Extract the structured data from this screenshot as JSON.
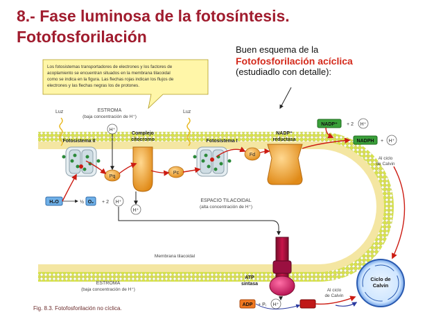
{
  "slide": {
    "title_line1": "8.- Fase luminosa de la fotosíntesis.",
    "title_line2": "Fotofosforilación",
    "note_line1": "Buen esquema de la",
    "note_line2": "Fotofosforilación acíclica",
    "note_line3": "(estudiadlo con detalle):"
  },
  "diagram": {
    "callout": [
      "Los fotosistemas transportadores de electrones y los factores de",
      "acoplamiento se encuentran situados en la membrana tilacoidal",
      "como se indica en la figura. Las flechas rojas indican los flujos de",
      "electrones y las flechas negras los de protones."
    ],
    "luz_left": "Luz",
    "luz_right": "Luz",
    "stroma_top": "ESTROMA",
    "stroma_top_sub": "(baja concentración de H⁺)",
    "ps2_label": "Fotosistema II",
    "complejo_label1": "Complejo",
    "complejo_label2": "citocromo",
    "ps1_label": "Fotosistema I",
    "nadp_red_label1": "NADP⁺",
    "nadp_red_label2": "reductasa",
    "nadp_plus": "NADP⁺",
    "plus2": "+ 2",
    "nadph": "NADPH",
    "plus": "+",
    "h_ion": "H⁺",
    "pq": "Pq",
    "pc": "Pc",
    "fd": "Fd",
    "h2o": "H₂O",
    "half_o2_prefix": "½",
    "o2": "O₂",
    "espacio_label": "ESPACIO TILACOIDAL",
    "espacio_sub": "(alta concentración de H⁺)",
    "al_ciclo1": "Al ciclo",
    "al_ciclo2": "de Calvin",
    "membrana_label": "Membrana tilacoidal",
    "stroma_bottom": "ESTROMA",
    "stroma_bottom_sub": "(baja concentración de H⁺)",
    "atp_sint1": "ATP",
    "atp_sint2": "sintasa",
    "adp": "ADP",
    "pi": "+ Pᵢ",
    "atp": "ATP",
    "calvin1": "Ciclo de",
    "calvin2": "Calvin",
    "fig_caption": "Fig. 8.3. Fotofosforilación no cíclica."
  },
  "colors": {
    "title": "#a01c2e",
    "highlight": "#d42a1c",
    "electron_arrow": "#cc1b12",
    "proton_arrow": "#222222",
    "membrane": "#e8d27a",
    "head_beads": "#d8e34a",
    "protein_orange": "#f0a030",
    "atp_synthase": "#c8145a",
    "nadph_box": "#3aa03a",
    "calvin_circle": "#3a7ad8"
  }
}
